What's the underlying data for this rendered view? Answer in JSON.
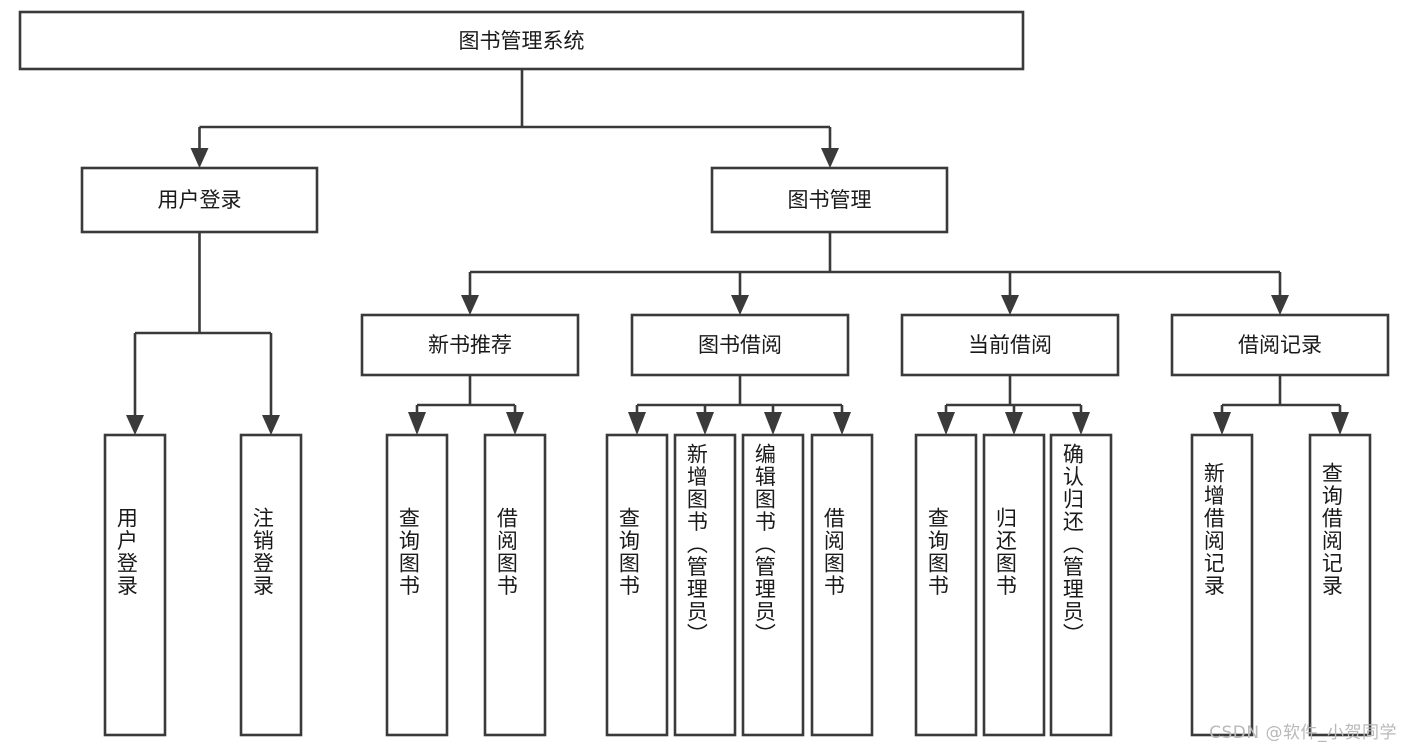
{
  "diagram": {
    "title": "图书管理系统",
    "type": "hierarchy-tree",
    "orientation": "top-down",
    "stroke_color": "#3a3a3a",
    "fill_color": "#ffffff",
    "text_color": "#1a1a1a",
    "background": "#ffffff"
  },
  "root": {
    "label": "图书管理系统"
  },
  "level2": [
    {
      "label": "用户登录"
    },
    {
      "label": "图书管理"
    }
  ],
  "level3": [
    {
      "label": "新书推荐"
    },
    {
      "label": "图书借阅"
    },
    {
      "label": "当前借阅"
    },
    {
      "label": "借阅记录"
    }
  ],
  "leaves": {
    "user_login": [
      {
        "label": "用户登录"
      },
      {
        "label": "注销登录"
      }
    ],
    "new_book_recommend": [
      {
        "label": "查询图书"
      },
      {
        "label": "借阅图书"
      }
    ],
    "book_borrow": [
      {
        "label": "查询图书"
      },
      {
        "label": "新增图书（管理员）"
      },
      {
        "label": "编辑图书（管理员）"
      },
      {
        "label": "借阅图书"
      }
    ],
    "current_borrow": [
      {
        "label": "查询图书"
      },
      {
        "label": "归还图书"
      },
      {
        "label": "确认归还（管理员）"
      }
    ],
    "borrow_records": [
      {
        "label": "新增借阅记录"
      },
      {
        "label": "查询借阅记录"
      }
    ]
  },
  "watermark": {
    "text": "CSDN @软件_小贺同学"
  }
}
